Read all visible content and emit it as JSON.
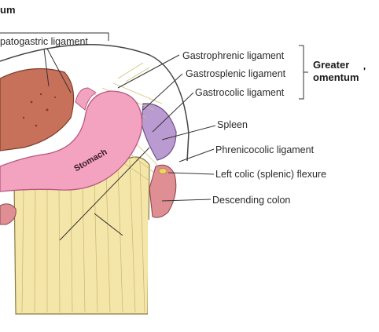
{
  "title_fragment": "um",
  "labels": {
    "hepatogastric": "patogastric ligament",
    "gastrophrenic": "Gastrophrenic ligament",
    "gastrosplenic": "Gastrosplenic ligament",
    "gastrocolic": "Gastrocolic ligament",
    "greater_omentum_line1": "Greater",
    "greater_omentum_line2": "omentum",
    "greater_omentum_mark": "'",
    "spleen": "Spleen",
    "phrenicocolic": "Phrenicocolic ligament",
    "left_colic": "Left colic (splenic) flexure",
    "descending_colon": "Descending colon",
    "stomach": "Stomach"
  },
  "colors": {
    "stomach": "#f3a3c0",
    "liver": "#c7715a",
    "spleen": "#b99ad1",
    "omentum": "#f4e6a8",
    "colon": "#df8e93",
    "leader": "#333333"
  }
}
